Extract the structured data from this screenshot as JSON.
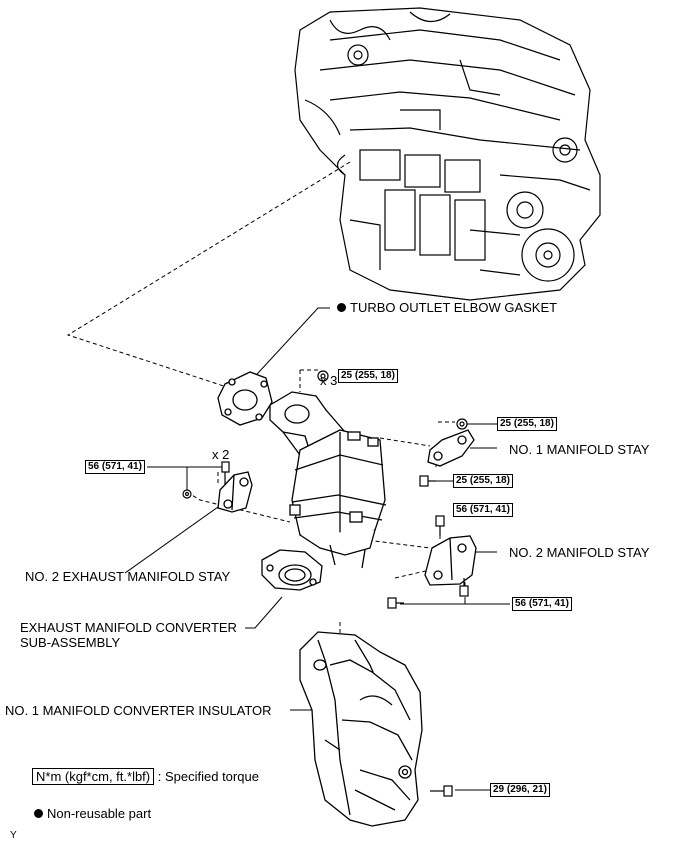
{
  "labels": {
    "turbo_gasket": "TURBO OUTLET ELBOW GASKET",
    "no1_stay": "NO. 1 MANIFOLD STAY",
    "no2_stay": "NO. 2 MANIFOLD STAY",
    "no2_exh_stay": "NO. 2 EXHAUST MANIFOLD STAY",
    "converter_line1": "EXHAUST MANIFOLD CONVERTER",
    "converter_line2": "SUB-ASSEMBLY",
    "insulator": "NO. 1 MANIFOLD CONVERTER INSULATOR"
  },
  "torques": {
    "top_nut": "25 (255, 18)",
    "stay1_upper": "25 (255, 18)",
    "stay1_lower": "25 (255, 18)",
    "left_bolts": "56 (571, 41)",
    "stay2_upper": "56 (571, 41)",
    "stay2_lower": "56 (571, 41)",
    "insulator_bolt": "29 (296, 21)"
  },
  "multipliers": {
    "top": "x 3",
    "left": "x 2"
  },
  "legend": {
    "torque_box": "N*m (kgf*cm, ft.*lbf)",
    "torque_text": ": Specified torque",
    "nonreusable": "Non-reusable part"
  },
  "figure_code": "Y"
}
